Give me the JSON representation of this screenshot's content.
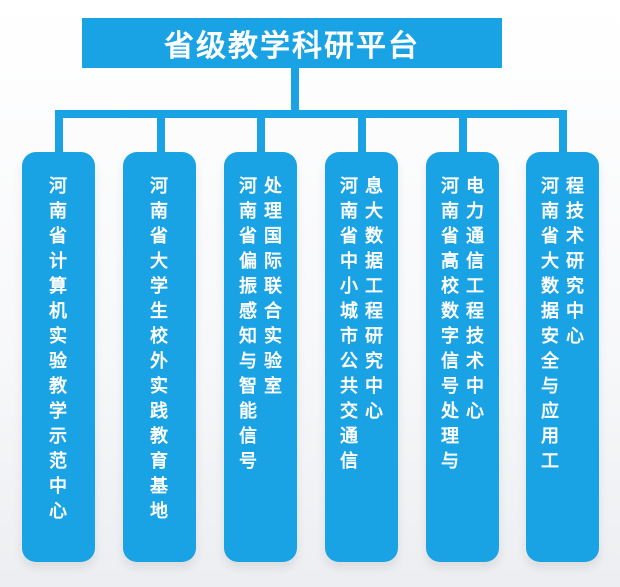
{
  "title": "省级教学科研平台",
  "platforms": [
    {
      "columns": [
        "河南省计算机实验教学示范中心"
      ]
    },
    {
      "columns": [
        "河南省大学生校外实践教育基地"
      ]
    },
    {
      "columns": [
        "河南省偏振感知与智能信号",
        "处理国际联合实验室"
      ]
    },
    {
      "columns": [
        "河南省中小城市公共交通信",
        "息大数据工程研究中心"
      ]
    },
    {
      "columns": [
        "河南省高校数字信号处理与",
        "电力通信工程技术中心"
      ]
    },
    {
      "columns": [
        "河南省大数据安全与应用工",
        "程技术研究中心"
      ]
    }
  ],
  "colors": {
    "accent": "#1aa3e4"
  }
}
